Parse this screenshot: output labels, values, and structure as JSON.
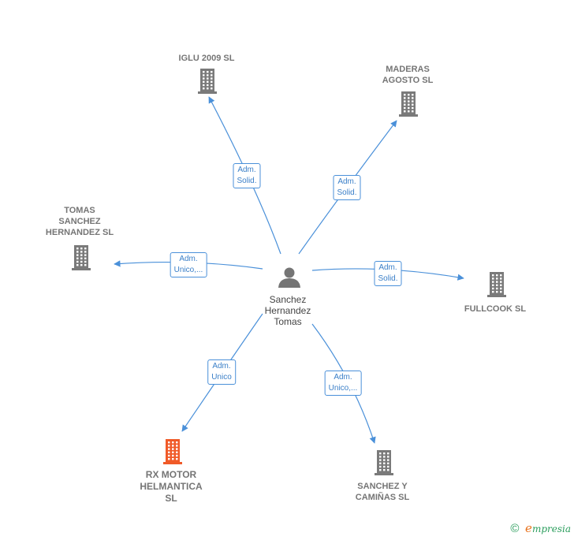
{
  "center": {
    "label": "Sanchez\nHernandez\nTomas",
    "icon": "person-icon"
  },
  "companies": [
    {
      "id": "iglu",
      "label": "IGLU 2009 SL",
      "icon": "building-icon",
      "color": "#7a7a7a"
    },
    {
      "id": "maderas",
      "label": "MADERAS\nAGOSTO SL",
      "icon": "building-icon",
      "color": "#7a7a7a"
    },
    {
      "id": "tomas",
      "label": "TOMAS\nSANCHEZ\nHERNANDEZ SL",
      "icon": "building-icon",
      "color": "#7a7a7a"
    },
    {
      "id": "fullcook",
      "label": "FULLCOOK  SL",
      "icon": "building-icon",
      "color": "#7a7a7a"
    },
    {
      "id": "rxmotor",
      "label": "RX MOTOR\nHELMANTICA\nSL",
      "icon": "building-icon",
      "color": "#f05a28"
    },
    {
      "id": "sanchez",
      "label": "SANCHEZ Y\nCAMIÑAS  SL",
      "icon": "building-icon",
      "color": "#7a7a7a"
    }
  ],
  "edges": [
    {
      "to": "iglu",
      "label": "Adm.\nSolid."
    },
    {
      "to": "maderas",
      "label": "Adm.\nSolid."
    },
    {
      "to": "tomas",
      "label": "Adm.\nUnico,..."
    },
    {
      "to": "fullcook",
      "label": "Adm.\nSolid."
    },
    {
      "to": "rxmotor",
      "label": "Adm.\nUnico"
    },
    {
      "to": "sanchez",
      "label": "Adm.\nUnico,..."
    }
  ],
  "footer": {
    "copyright": "©",
    "brand_initial": "e",
    "brand_rest": "mpresia"
  },
  "colors": {
    "edge": "#4a90d9",
    "building": "#7a7a7a",
    "highlight": "#f05a28",
    "person": "#757575"
  }
}
